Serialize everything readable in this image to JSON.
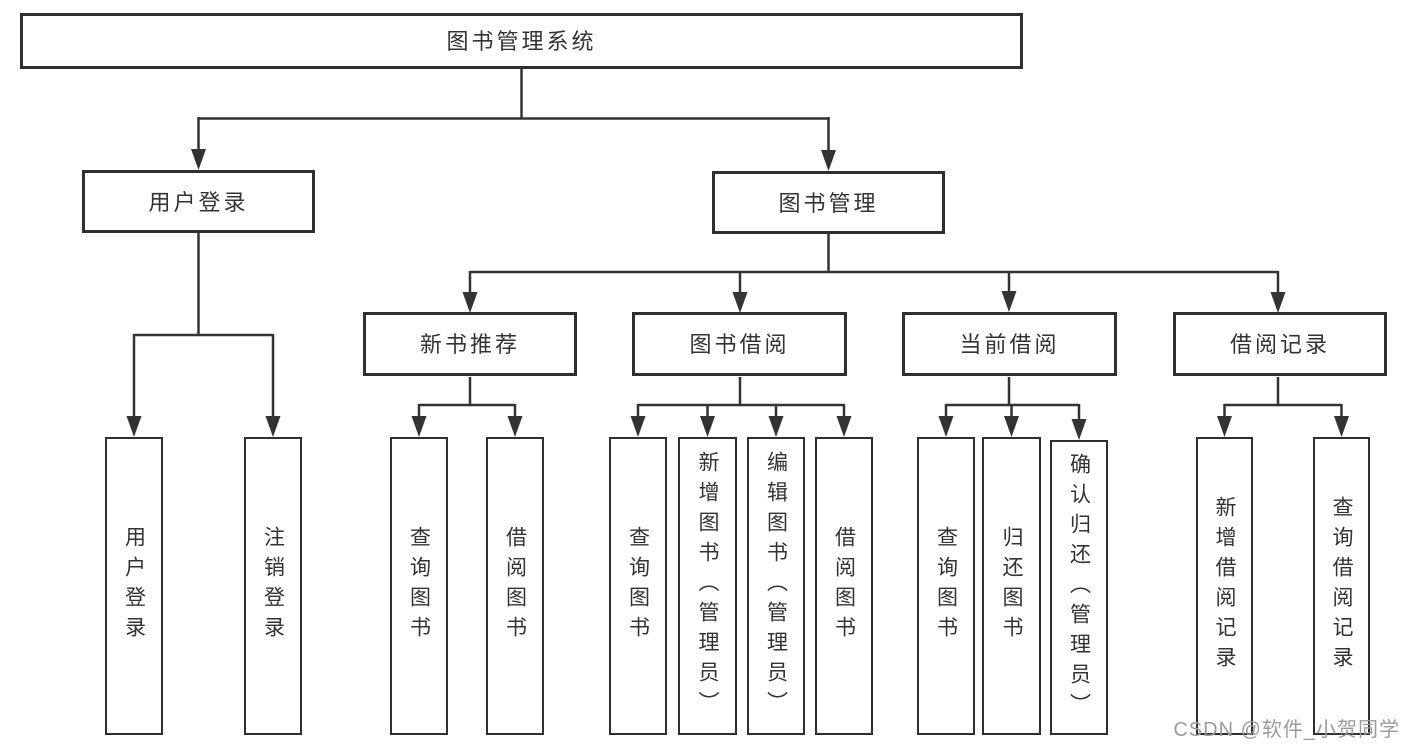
{
  "diagram": {
    "title": "图书管理系统",
    "type": "hierarchy-tree",
    "colors": {
      "line": "#333333",
      "box_border": "#2f2f2f",
      "text": "#333333",
      "background": "#ffffff",
      "watermark": "#9b9b9b"
    },
    "tree": {
      "label": "图书管理系统",
      "children": [
        {
          "label": "用户登录",
          "children": [
            {
              "label": "用户登录"
            },
            {
              "label": "注销登录"
            }
          ]
        },
        {
          "label": "图书管理",
          "children": [
            {
              "label": "新书推荐",
              "children": [
                {
                  "label": "查询图书"
                },
                {
                  "label": "借阅图书"
                }
              ]
            },
            {
              "label": "图书借阅",
              "children": [
                {
                  "label": "查询图书"
                },
                {
                  "label": "新增图书（管理员）"
                },
                {
                  "label": "编辑图书（管理员）"
                },
                {
                  "label": "借阅图书"
                }
              ]
            },
            {
              "label": "当前借阅",
              "children": [
                {
                  "label": "查询图书"
                },
                {
                  "label": "归还图书"
                },
                {
                  "label": "确认归还（管理员）"
                }
              ]
            },
            {
              "label": "借阅记录",
              "children": [
                {
                  "label": "新增借阅记录"
                },
                {
                  "label": "查询借阅记录"
                }
              ]
            }
          ]
        }
      ]
    },
    "watermark": "CSDN @软件_小贺同学"
  }
}
